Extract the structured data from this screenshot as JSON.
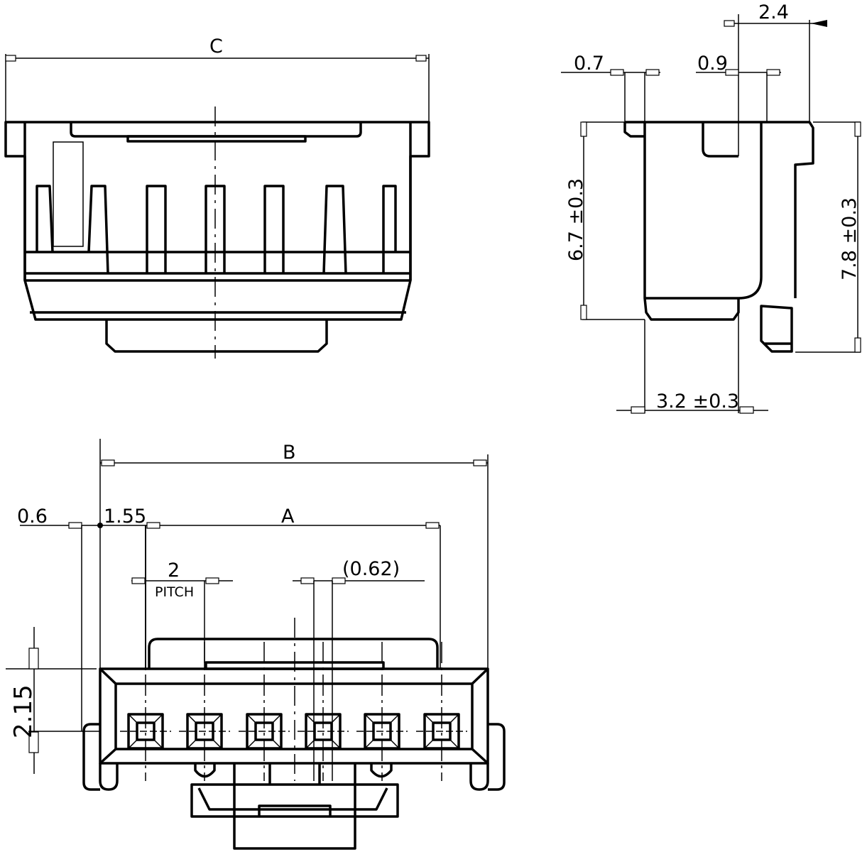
{
  "front_view": {
    "dim_c": "C"
  },
  "side_view": {
    "dim_top": "2.4",
    "dim_left_wall": "0.7",
    "dim_slot": "0.9",
    "dim_height_body": "6.7 ±0.3",
    "dim_height_total": "7.8 ±0.3",
    "dim_depth": "3.2 ±0.3"
  },
  "bottom_view": {
    "dim_b": "B",
    "dim_a": "A",
    "dim_edge": "0.6",
    "dim_offset": "1.55",
    "dim_pitch": "2",
    "pitch_label": "PITCH",
    "dim_contact": "(0.62)",
    "dim_row": "2.15",
    "contact_count": 6
  }
}
